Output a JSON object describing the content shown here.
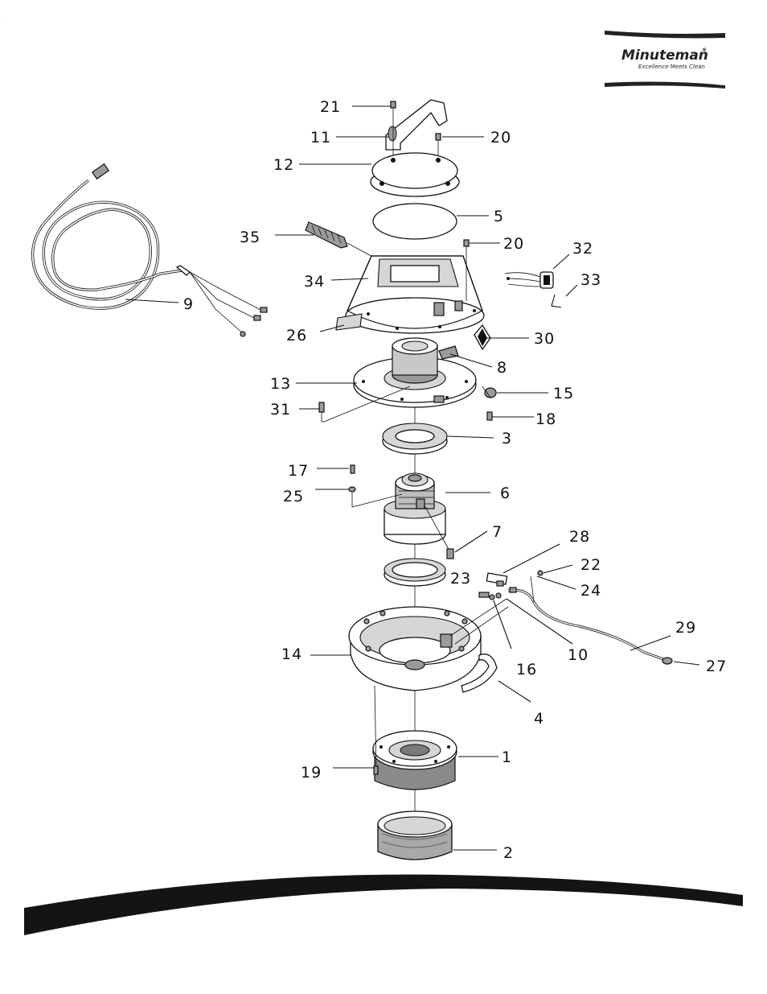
{
  "logo": {
    "brand": "Minuteman",
    "registered": "®",
    "tagline": "Excellence Meets Clean"
  },
  "stray_mark": ".",
  "callouts": [
    {
      "id": "c21",
      "label": "21"
    },
    {
      "id": "c11",
      "label": "11"
    },
    {
      "id": "c20a",
      "label": "20"
    },
    {
      "id": "c12",
      "label": "12"
    },
    {
      "id": "c5",
      "label": "5"
    },
    {
      "id": "c35",
      "label": "35"
    },
    {
      "id": "c20b",
      "label": "20"
    },
    {
      "id": "c32",
      "label": "32"
    },
    {
      "id": "c34",
      "label": "34"
    },
    {
      "id": "c33",
      "label": "33"
    },
    {
      "id": "c9",
      "label": "9"
    },
    {
      "id": "c26",
      "label": "26"
    },
    {
      "id": "c30",
      "label": "30"
    },
    {
      "id": "c8",
      "label": "8"
    },
    {
      "id": "c13",
      "label": "13"
    },
    {
      "id": "c15",
      "label": "15"
    },
    {
      "id": "c31",
      "label": "31"
    },
    {
      "id": "c18",
      "label": "18"
    },
    {
      "id": "c3",
      "label": "3"
    },
    {
      "id": "c17",
      "label": "17"
    },
    {
      "id": "c6",
      "label": "6"
    },
    {
      "id": "c25",
      "label": "25"
    },
    {
      "id": "c7",
      "label": "7"
    },
    {
      "id": "c28",
      "label": "28"
    },
    {
      "id": "c22",
      "label": "22"
    },
    {
      "id": "c23",
      "label": "23"
    },
    {
      "id": "c24",
      "label": "24"
    },
    {
      "id": "c29",
      "label": "29"
    },
    {
      "id": "c14",
      "label": "14"
    },
    {
      "id": "c10",
      "label": "10"
    },
    {
      "id": "c16",
      "label": "16"
    },
    {
      "id": "c27",
      "label": "27"
    },
    {
      "id": "c4",
      "label": "4"
    },
    {
      "id": "c1",
      "label": "1"
    },
    {
      "id": "c19",
      "label": "19"
    },
    {
      "id": "c2",
      "label": "2"
    }
  ]
}
